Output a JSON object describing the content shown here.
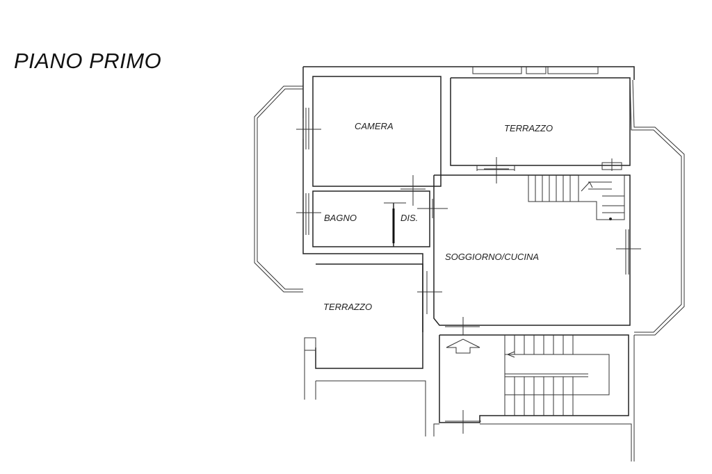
{
  "plan": {
    "title": "PIANO PRIMO",
    "rooms": {
      "camera": "CAMERA",
      "terrazzo_top": "TERRAZZO",
      "bagno": "BAGNO",
      "dis": "DIS.",
      "soggiorno": "SOGGIORNO/CUCINA",
      "terrazzo_bottom": "TERRAZZO"
    }
  },
  "colors": {
    "line": "#222222",
    "background": "#ffffff"
  }
}
